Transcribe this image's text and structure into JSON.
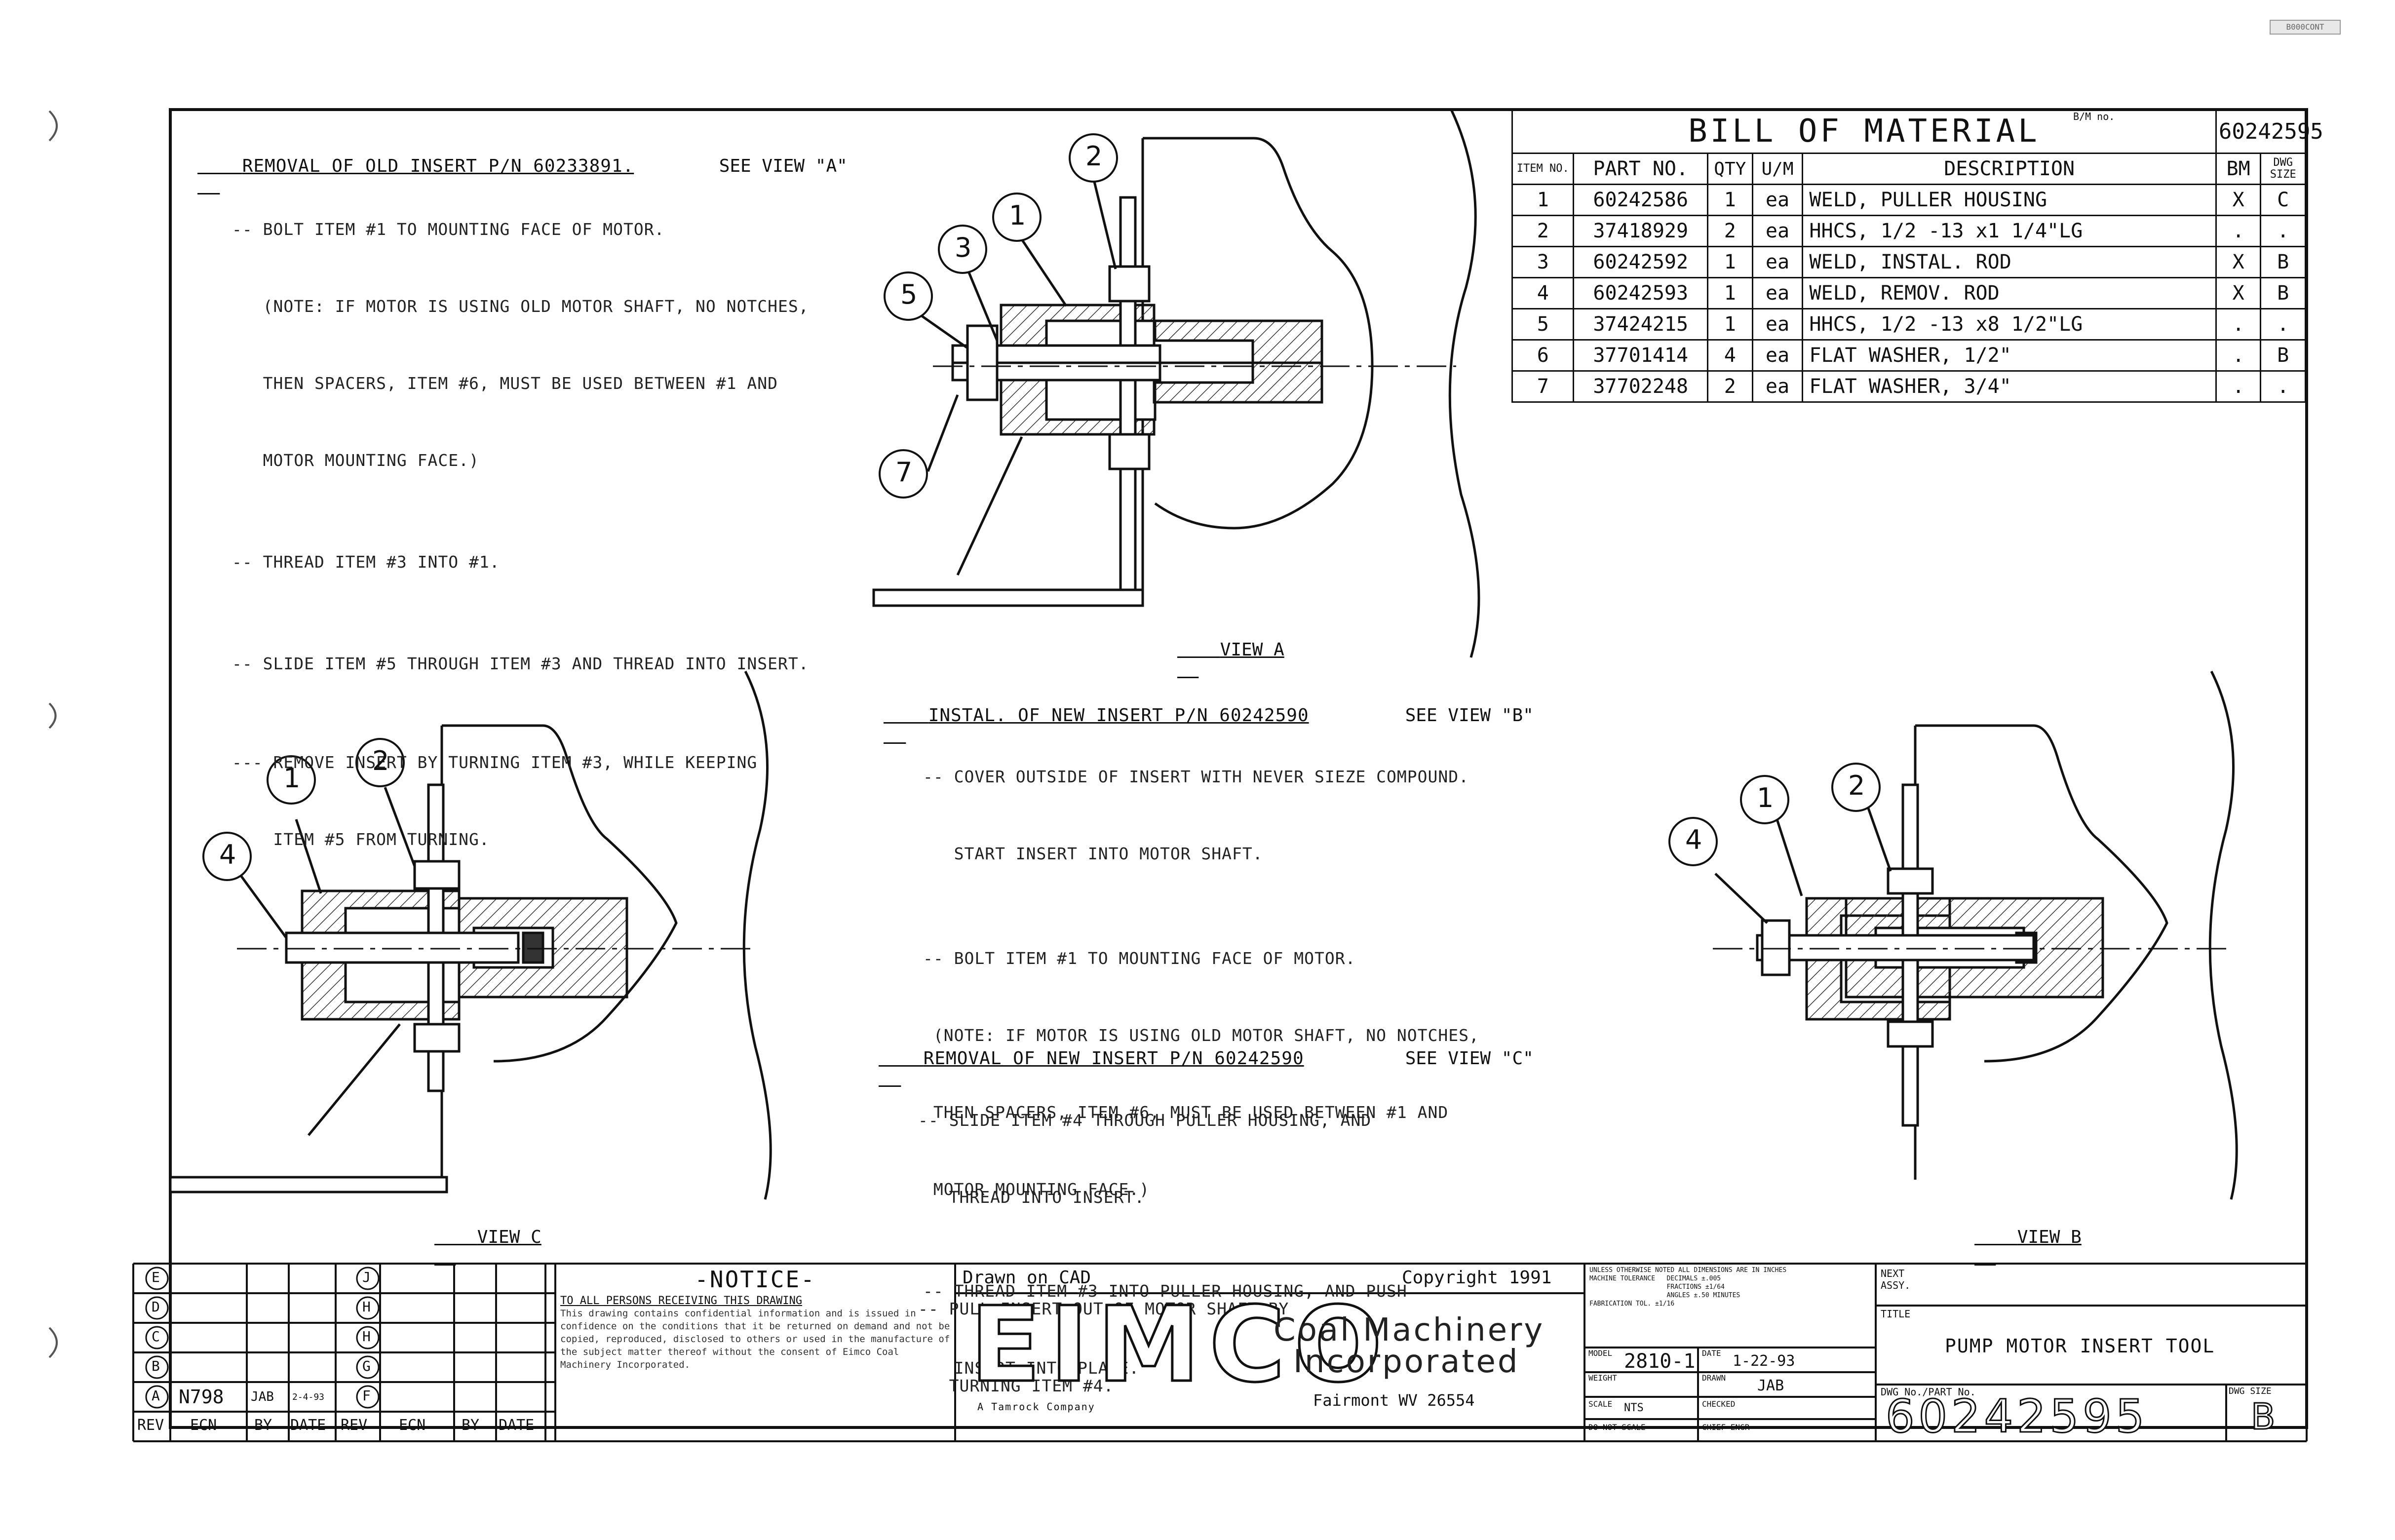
{
  "removal_old": {
    "heading": "REMOVAL OF OLD INSERT P/N 60233891.",
    "see_view": "SEE VIEW \"A\"",
    "steps": [
      "-- BOLT ITEM #1 TO MOUNTING FACE OF MOTOR.",
      "   (NOTE: IF MOTOR IS USING OLD MOTOR SHAFT, NO NOTCHES,",
      "   THEN SPACERS, ITEM #6, MUST BE USED BETWEEN #1 AND",
      "   MOTOR MOUNTING FACE.)",
      "-- THREAD ITEM #3 INTO #1.",
      "-- SLIDE ITEM #5 THROUGH ITEM #3 AND THREAD INTO INSERT.",
      "--- REMOVE INSERT BY TURNING ITEM #3, WHILE KEEPING",
      "    ITEM #5 FROM TURNING."
    ]
  },
  "install_new": {
    "heading": "INSTAL. OF NEW INSERT P/N 60242590",
    "see_view": "SEE VIEW \"B\"",
    "steps": [
      "-- COVER OUTSIDE OF INSERT WITH NEVER SIEZE COMPOUND.",
      "   START INSERT INTO MOTOR SHAFT.",
      "-- BOLT ITEM #1 TO MOUNTING FACE OF MOTOR.",
      " (NOTE: IF MOTOR IS USING OLD MOTOR SHAFT, NO NOTCHES,",
      " THEN SPACERS, ITEM #6, MUST BE USED BETWEEN #1 AND",
      " MOTOR MOUNTING FACE.)",
      "-- THREAD ITEM #3 INTO PULLER HOUSING, AND PUSH",
      "   INSERT INTO PLACE."
    ]
  },
  "removal_new": {
    "heading": "REMOVAL OF NEW INSERT P/N 60242590",
    "see_view": "SEE VIEW \"C\"",
    "steps": [
      "-- SLIDE ITEM #4 THROUGH PULLER HOUSING, AND",
      "   THREAD INTO INSERT.",
      "-- PULL INSERT OUT OF MOTOR SHAFT BY",
      "   TURNING ITEM #4."
    ]
  },
  "views": {
    "a": "VIEW A",
    "b": "VIEW B",
    "c": "VIEW C"
  },
  "balloons": {
    "one": "1",
    "two": "2",
    "three": "3",
    "four": "4",
    "five": "5",
    "seven": "7"
  },
  "bom": {
    "title": "BILL OF MATERIAL",
    "bm_no_caption": "B/M no.",
    "bm_no": "60242595",
    "headers": {
      "item": "ITEM NO.",
      "part": "PART NO.",
      "qty": "QTY",
      "um": "U/M",
      "desc": "DESCRIPTION",
      "bm": "BM",
      "dwg": "DWG SIZE"
    },
    "rows": [
      {
        "item": "1",
        "part": "60242586",
        "qty": "1",
        "um": "ea",
        "desc": "WELD, PULLER HOUSING",
        "bm": "X",
        "dwg": "C"
      },
      {
        "item": "2",
        "part": "37418929",
        "qty": "2",
        "um": "ea",
        "desc": "HHCS, 1/2 -13 x1 1/4\"LG",
        "bm": ".",
        "dwg": "."
      },
      {
        "item": "3",
        "part": "60242592",
        "qty": "1",
        "um": "ea",
        "desc": "WELD, INSTAL. ROD",
        "bm": "X",
        "dwg": "B"
      },
      {
        "item": "4",
        "part": "60242593",
        "qty": "1",
        "um": "ea",
        "desc": "WELD, REMOV. ROD",
        "bm": "X",
        "dwg": "B"
      },
      {
        "item": "5",
        "part": "37424215",
        "qty": "1",
        "um": "ea",
        "desc": "HHCS, 1/2 -13 x8 1/2\"LG",
        "bm": ".",
        "dwg": "."
      },
      {
        "item": "6",
        "part": "37701414",
        "qty": "4",
        "um": "ea",
        "desc": "FLAT WASHER, 1/2\"",
        "bm": ".",
        "dwg": "B"
      },
      {
        "item": "7",
        "part": "37702248",
        "qty": "2",
        "um": "ea",
        "desc": "FLAT WASHER, 3/4\"",
        "bm": ".",
        "dwg": "."
      }
    ]
  },
  "revisions": {
    "letters_left": [
      "E",
      "D",
      "C",
      "B",
      "A"
    ],
    "letters_right": [
      "J",
      "H",
      "H",
      "G",
      "F"
    ],
    "row_a": {
      "ecn": "N798",
      "by": "JAB",
      "date": "2-4-93"
    },
    "headers": [
      "REV",
      "ECN",
      "BY",
      "DATE",
      "REV",
      "ECN",
      "BY",
      "DATE"
    ]
  },
  "notice": {
    "title": "-NOTICE-",
    "first_line": "TO ALL PERSONS RECEIVING THIS DRAWING",
    "body": "This drawing contains confidential information and is issued in confidence on the conditions that it be returned on demand and not be copied, reproduced, disclosed to others or used in the manufacture of the subject matter thereof without the consent of Eimco Coal Machinery Incorporated."
  },
  "title_block": {
    "drawn_on": "Drawn on CAD",
    "copyright": "Copyright 1991",
    "logo": "EIMCO",
    "subsidiary": "A Tamrock Company",
    "company_line1": "Coal Machinery",
    "company_line2": "Incorporated",
    "location": "Fairmont WV 26554",
    "tolerance_text": "UNLESS OTHERWISE NOTED ALL DIMENSIONS ARE IN INCHES\nMACHINE TOLERANCE   DECIMALS ±.005\n                    FRACTIONS ±1/64\n                    ANGLES ±.50 MINUTES\nFABRICATION TOL. ±1/16",
    "model_label": "MODEL",
    "model": "2810-1",
    "date_label": "DATE",
    "date": "1-22-93",
    "weight_label": "WEIGHT",
    "drawn_label": "DRAWN",
    "drawn_by": "JAB",
    "scale_label": "SCALE",
    "scale": "NTS",
    "checked_label": "CHECKED",
    "do_not_scale": "DO NOT SCALE",
    "chief_label": "CHIEF ENGR",
    "next_assy_label": "NEXT ASSY.",
    "title_label": "TITLE",
    "title": "PUMP MOTOR INSERT TOOL",
    "dwg_no_label": "DWG No./PART No.",
    "dwg_no": "60242595",
    "dwg_size_label": "DWG SIZE",
    "dwg_size": "B"
  },
  "corner_stamp": "B000CONT"
}
